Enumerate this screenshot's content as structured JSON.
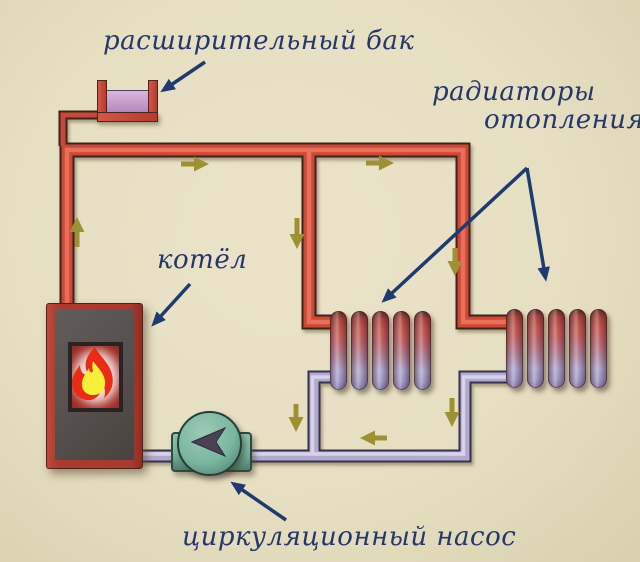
{
  "labels": {
    "expansion_tank": "расширительный бак",
    "radiators_line1": "радиаторы",
    "radiators_line2": "отопления",
    "boiler": "котёл",
    "circulation_pump": "циркуляционный насос"
  },
  "components": [
    {
      "name": "expansion-tank"
    },
    {
      "name": "boiler"
    },
    {
      "name": "radiator-1"
    },
    {
      "name": "radiator-2"
    },
    {
      "name": "circulation-pump"
    },
    {
      "name": "supply-pipe"
    },
    {
      "name": "return-pipe"
    }
  ],
  "flow_arrows": [
    {
      "location": "top-pipe-left",
      "direction": "right"
    },
    {
      "location": "top-pipe-right",
      "direction": "right"
    },
    {
      "location": "left-riser",
      "direction": "up"
    },
    {
      "location": "branch-1-supply",
      "direction": "down"
    },
    {
      "location": "branch-2-supply",
      "direction": "down"
    },
    {
      "location": "branch-1-return",
      "direction": "down"
    },
    {
      "location": "branch-2-return",
      "direction": "down"
    },
    {
      "location": "bottom-return-pipe",
      "direction": "left"
    }
  ],
  "colors": {
    "background": "#e6dfc2",
    "supply_pipe": "#cc4839",
    "return_pipe": "#b2aacd",
    "label_text": "#25366b",
    "pointer_arrow": "#1f3a6e",
    "flow_arrow": "#9c9233",
    "pump_body": "#7ab6a0",
    "pump_rotor": "#4a4154",
    "boiler_frame": "#a93b2e",
    "boiler_body": "#554f4d",
    "flame_outer": "#ea2c17",
    "flame_core": "#f8ef38",
    "tank_liquid": "#c19ac9",
    "radiator_hot": "#c25048",
    "radiator_cool": "#9a93c2"
  }
}
